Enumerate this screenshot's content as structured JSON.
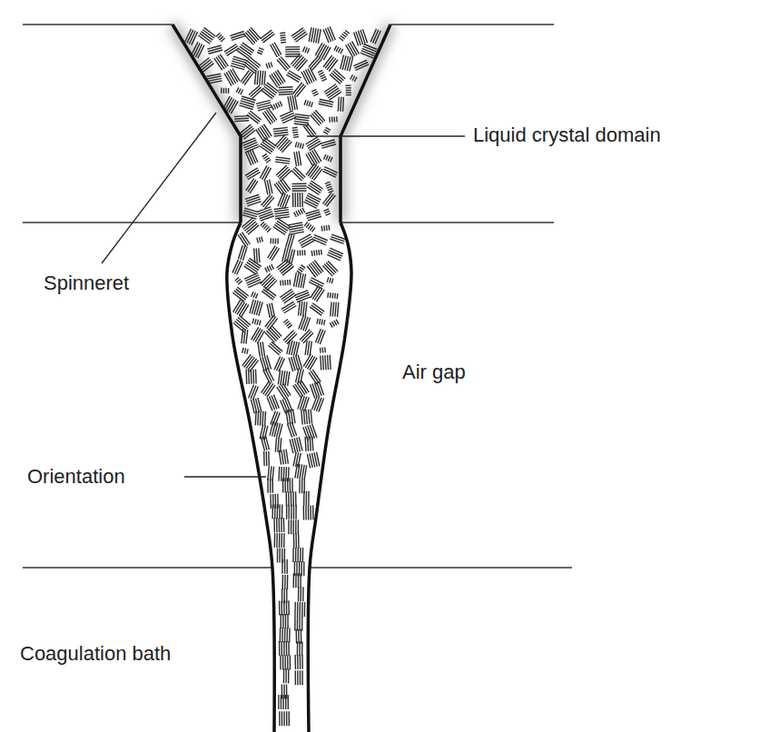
{
  "diagram": {
    "labels": [
      "Liquid crystal domain",
      "Spinneret",
      "Air gap",
      "Orientation",
      "Coagulation bath"
    ]
  }
}
